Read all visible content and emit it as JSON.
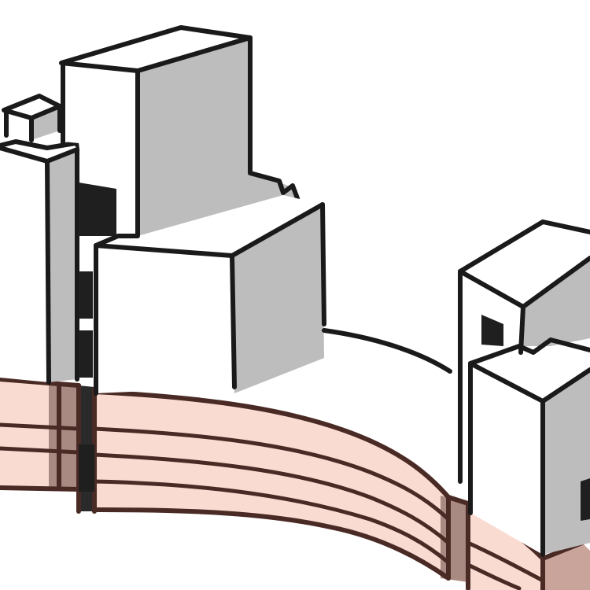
{
  "colors": {
    "paper": "#ffffff",
    "ink": "#1a1a1a",
    "shade_gray": "#bdbdbd",
    "base_pink": "#fadbd1",
    "base_dark": "#a88a82",
    "base_line": "#4a2a24"
  },
  "scene": {
    "left_block": {
      "name": "tall-left-tower"
    },
    "center_block": {
      "name": "tall-center-tower"
    },
    "front_block": {
      "name": "front-low-block"
    },
    "right_block": {
      "name": "right-tower"
    },
    "plinth": {
      "name": "curved-striped-plinth",
      "stripe_count": 3
    }
  }
}
